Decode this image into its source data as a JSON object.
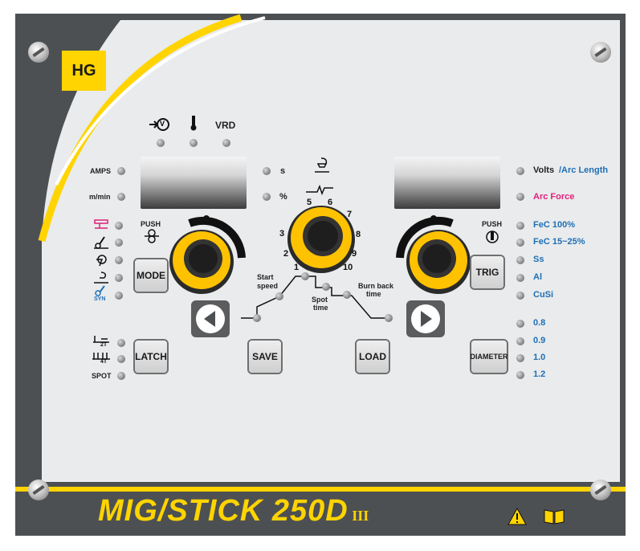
{
  "brand": {
    "logo_text": "HG",
    "model_name": "MIG/STICK 250D",
    "model_suffix": "III"
  },
  "colors": {
    "panel_dark": "#4d5052",
    "panel_light": "#e9ebec",
    "accent_yellow": "#ffd400",
    "blue_text": "#1f6fb5",
    "pink_text": "#e0207a"
  },
  "top_indicators": {
    "voltage_icon_label": "V",
    "vrd_label": "VRD"
  },
  "left_display_units": {
    "amps": "AMPS",
    "speed": "m/min"
  },
  "center_units": {
    "seconds": "s",
    "percent": "%"
  },
  "right_display_params": {
    "volts": "Volts",
    "arc_length": "/Arc Length",
    "arc_force": "Arc Force"
  },
  "push_labels": {
    "left": "PUSH",
    "right": "PUSH"
  },
  "dial_numbers": [
    "1",
    "2",
    "3",
    "5",
    "6",
    "7",
    "8",
    "9",
    "10"
  ],
  "buttons": {
    "mode": "MODE",
    "trig": "TRIG",
    "latch": "LATCH",
    "save": "SAVE",
    "load": "LOAD",
    "diameter": "DIAMETER"
  },
  "mode_icons": {
    "syn": "SYN"
  },
  "latch_options": {
    "two_t": "2T",
    "four_t": "4T",
    "spot": "SPOT"
  },
  "gas_materials": [
    "FeC 100%",
    "FeC 15~25%",
    "Ss",
    "Al",
    "CuSi"
  ],
  "wire_diameters": [
    "0.8",
    "0.9",
    "1.0",
    "1.2"
  ],
  "timing_diagram": {
    "start_speed": [
      "Start",
      "speed"
    ],
    "spot_time": [
      "Spot",
      "time"
    ],
    "burn_back_time": [
      "Burn back",
      "time"
    ]
  }
}
